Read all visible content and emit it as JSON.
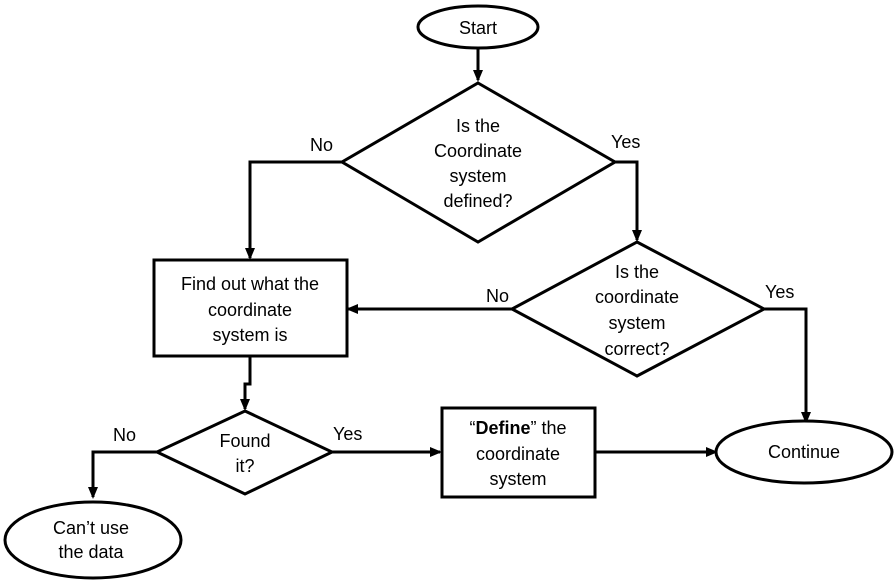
{
  "nodes": {
    "start": {
      "lines": [
        "Start"
      ]
    },
    "q_defined": {
      "lines": [
        "Is the",
        "Coordinate",
        "system",
        "defined?"
      ]
    },
    "q_correct": {
      "lines": [
        "Is the",
        "coordinate",
        "system",
        "correct?"
      ]
    },
    "find_out": {
      "lines": [
        "Find out what the",
        "coordinate",
        "system is"
      ]
    },
    "found_it": {
      "lines": [
        "Found",
        "it?"
      ]
    },
    "define": {
      "line1_prefix": "“",
      "line1_bold": "Define",
      "line1_suffix": "” the",
      "lines": [
        "coordinate",
        "system"
      ]
    },
    "continue": {
      "lines": [
        "Continue"
      ]
    },
    "cant_use": {
      "lines": [
        "Can’t use",
        "the data"
      ]
    }
  },
  "edges": {
    "defined_no": "No",
    "defined_yes": "Yes",
    "correct_no": "No",
    "correct_yes": "Yes",
    "found_no": "No",
    "found_yes": "Yes"
  }
}
